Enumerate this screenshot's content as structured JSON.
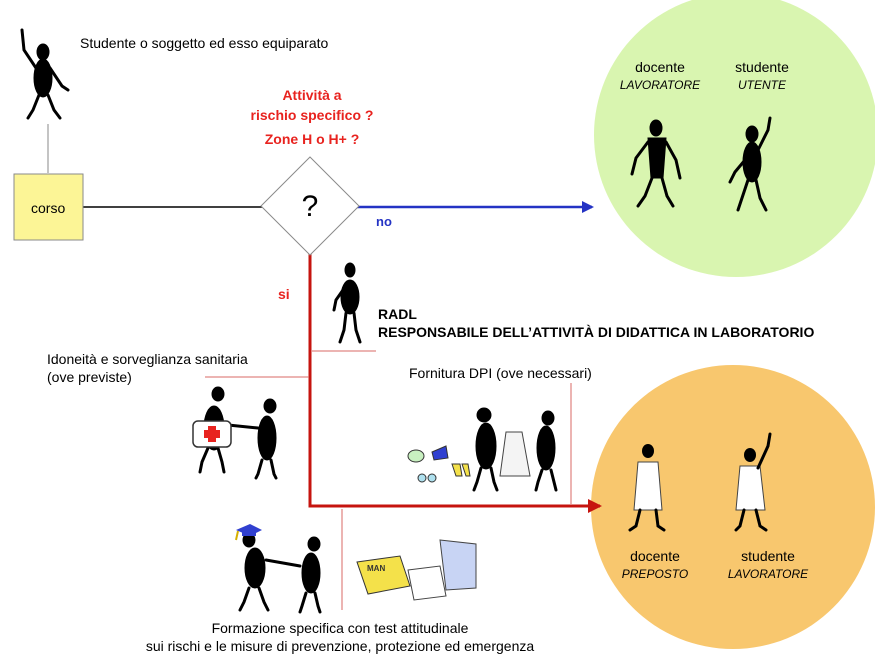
{
  "start": {
    "label": "Studente o soggetto ed esso equiparato"
  },
  "course_box": {
    "label": "corso"
  },
  "decision": {
    "question_line1": "Attività a",
    "question_line2": "rischio specifico ?",
    "question_line3": "Zone H o H+ ?",
    "symbol": "?",
    "no_label": "no",
    "yes_label": "si"
  },
  "green_outcome": {
    "left_role": "docente",
    "left_status": "LAVORATORE",
    "right_role": "studente",
    "right_status": "UTENTE"
  },
  "orange_outcome": {
    "left_role": "docente",
    "left_status": "PREPOSTO",
    "right_role": "studente",
    "right_status": "LAVORATORE"
  },
  "radl": {
    "abbr": "RADL",
    "full": "RESPONSABILE DELL’ATTIVITÀ DI DIDATTICA IN LABORATORIO"
  },
  "health": {
    "line1": "Idoneità e sorveglianza sanitaria",
    "line2": "(ove previste)"
  },
  "ppe": {
    "label": "Fornitura DPI (ove necessari)"
  },
  "training": {
    "line1": "Formazione specifica con test attitudinale",
    "line2": "sui rischi e le misure di prevenzione, protezione ed emergenza",
    "manual_label": "MAN"
  },
  "colors": {
    "green_circle": "#d9f5b0",
    "orange_circle": "#f8c76e",
    "course_box": "#fcf596",
    "red_line": "#c6140f",
    "blue_line": "#2433c4"
  },
  "icons": [
    "stick-figure-icon",
    "first-aid-kit-icon",
    "lab-coat-icon",
    "graduation-cap-icon",
    "manual-icon"
  ]
}
